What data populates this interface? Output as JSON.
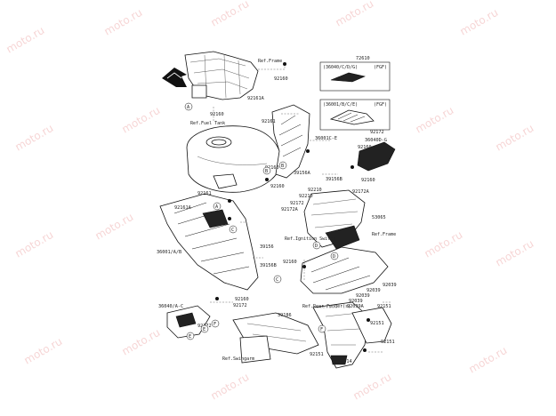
{
  "diagram_code": "72610",
  "watermark": "moto.ru",
  "insets": [
    {
      "label": "(36040/C/D/G)",
      "tag": "(FGF)"
    },
    {
      "label": "(36001/B/C/E)",
      "tag": "(FGF)"
    }
  ],
  "callouts": [
    "92160",
    "92161A",
    "92160",
    "92161",
    "36001C-E",
    "92172",
    "92160",
    "36040D-G",
    "39156A",
    "39156B",
    "92160",
    "92161",
    "92161A",
    "92160",
    "92160",
    "92210",
    "92172A",
    "92210",
    "92172",
    "92172A",
    "53065",
    "39156",
    "39156B",
    "36001/A/B",
    "92160",
    "92039",
    "92039",
    "92039",
    "92039",
    "92039A",
    "92151",
    "92160",
    "36040/A-C",
    "92172",
    "39186",
    "92151",
    "92151",
    "36014",
    "92151",
    "92172"
  ],
  "references": {
    "frame_top": "Ref.Frame",
    "fuel_tank": "Ref.Fuel Tank",
    "frame_right": "Ref.Frame",
    "ignition": "Ref.Ignition Switch",
    "rear_fender": "Ref.Rear Fender(s)",
    "swingarm": "Ref.Swingarm"
  },
  "markers": [
    "A",
    "A",
    "B",
    "B",
    "C",
    "C",
    "D",
    "D",
    "E",
    "E",
    "F",
    "F"
  ],
  "icons": [
    "front-arrow-icon"
  ]
}
